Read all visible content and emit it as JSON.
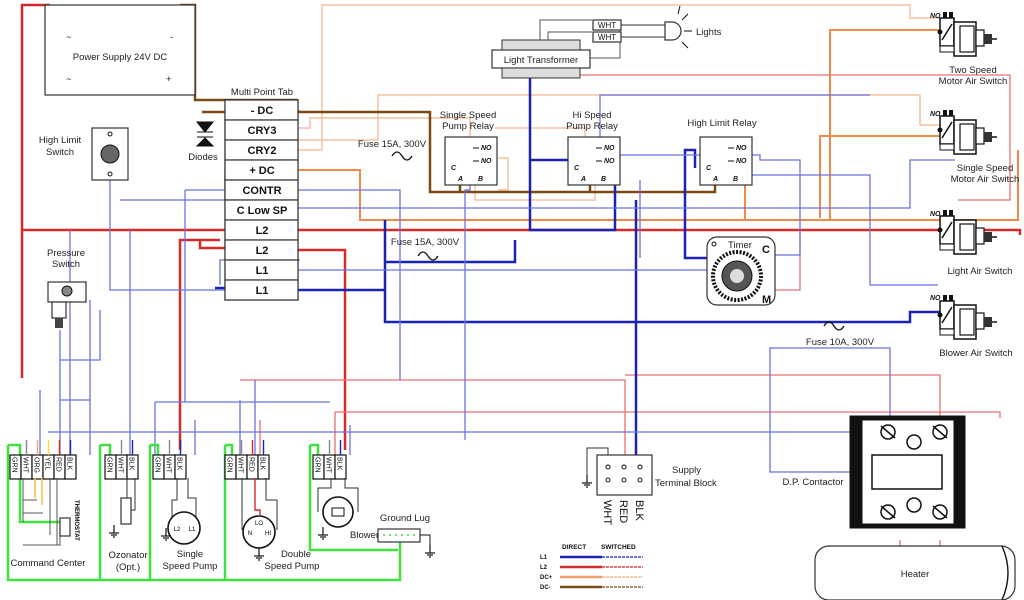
{
  "power_supply": {
    "label": "Power Supply 24V DC",
    "ac_symbol": "~",
    "minus": "-",
    "plus": "+"
  },
  "high_limit_switch": {
    "label_line1": "High  Limit",
    "label_line2": "Switch"
  },
  "diodes": {
    "label": "Diodes"
  },
  "multi_point_tab": {
    "title": "Multi Point Tab",
    "rows": [
      "- DC",
      "CRY3",
      "CRY2",
      "+ DC",
      "CONTR",
      "C Low SP",
      "L2",
      "L2",
      "L1",
      "L1"
    ]
  },
  "fuses": [
    {
      "label": "Fuse 15A, 300V"
    },
    {
      "label": "Fuse 15A, 300V"
    },
    {
      "label": "Fuse 10A, 300V"
    }
  ],
  "relays": [
    {
      "label_line1": "Single Speed",
      "label_line2": "Pump Relay",
      "pins": [
        "NO",
        "NO",
        "C",
        "A",
        "B"
      ]
    },
    {
      "label_line1": "Hi Speed",
      "label_line2": "Pump Relay",
      "pins": [
        "NO",
        "NO",
        "C",
        "A",
        "B"
      ]
    },
    {
      "label_line1": "High Limit Relay",
      "label_line2": "",
      "pins": [
        "NO",
        "NO",
        "C",
        "A",
        "B"
      ]
    }
  ],
  "light_transformer": {
    "label": "Light Transformer",
    "wire_labels": [
      "WHT",
      "WHT"
    ]
  },
  "lights": {
    "label": "Lights"
  },
  "air_switches": [
    {
      "label_line1": "Two Speed",
      "label_line2": "Motor Air Switch",
      "no": "NO"
    },
    {
      "label_line1": "Single Speed",
      "label_line2": "Motor Air Switch",
      "no": "NO"
    },
    {
      "label_line1": "Light Air Switch",
      "label_line2": "",
      "no": "NO"
    },
    {
      "label_line1": "Blower Air Switch",
      "label_line2": "",
      "no": "NO"
    }
  ],
  "timer": {
    "label": "Timer",
    "c": "C",
    "m": "M"
  },
  "pressure_switch": {
    "label_line1": "Pressure",
    "label_line2": "Switch"
  },
  "devices": [
    {
      "label_line1": "Command Center",
      "label_line2": "",
      "terminals": [
        "GRN",
        "WHT",
        "ORG",
        "YEL",
        "RED",
        "BLK"
      ],
      "thermostat": "THERMOSTAT"
    },
    {
      "label_line1": "Ozonator",
      "label_line2": "(Opt.)",
      "terminals": [
        "GRN",
        "WHT",
        "BLK"
      ]
    },
    {
      "label_line1": "Single",
      "label_line2": "Speed Pump",
      "terminals": [
        "GRN",
        "WHT",
        "BLK"
      ],
      "motor_pins": [
        "L2",
        "L1"
      ]
    },
    {
      "label_line1": "Double",
      "label_line2": "Speed Pump",
      "terminals": [
        "GRN",
        "WHT",
        "RED",
        "BLK"
      ],
      "motor_pins": [
        "LO",
        "N",
        "HI"
      ]
    },
    {
      "label_line1": "Blower",
      "label_line2": "",
      "terminals": [
        "GRN",
        "WHT",
        "BLK"
      ]
    }
  ],
  "ground_lug": {
    "label": "Ground Lug"
  },
  "supply_terminal_block": {
    "label_line1": "Supply",
    "label_line2": "Terminal Block",
    "terminals": [
      "WHT",
      "RED",
      "BLK"
    ]
  },
  "contactor": {
    "label": "D.P. Contactor"
  },
  "heater": {
    "label": "Heater"
  },
  "legend": {
    "headers": [
      "DIRECT",
      "SWITCHED"
    ],
    "rows": [
      {
        "label": "L1",
        "color": "#1a24b0",
        "switched_color": "#6a72e0"
      },
      {
        "label": "L2",
        "color": "#d42a2a",
        "switched_color": "#e87070"
      },
      {
        "label": "DC+",
        "color": "#f0a070",
        "switched_color": "#f5c8a8"
      },
      {
        "label": "DC-",
        "color": "#7a4a14",
        "switched_color": "#b08a60"
      }
    ]
  },
  "colors": {
    "l1": "#1a24b0",
    "l1_switched": "#6a72e0",
    "l2": "#d42a2a",
    "l2_switched": "#e87070",
    "dc_plus": "#f08a4a",
    "dc_plus_light": "#f5c0a0",
    "dc_minus": "#7a4a14",
    "ground": "#40e040"
  }
}
